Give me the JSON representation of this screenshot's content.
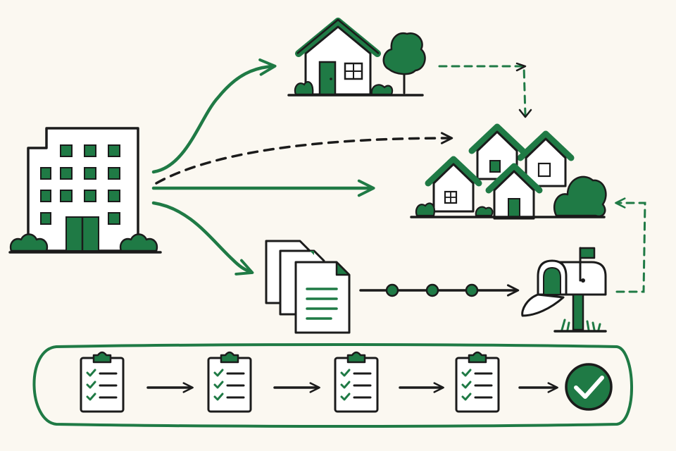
{
  "colors": {
    "ink": "#1b1b1b",
    "green": "#1f7a45",
    "background": "#fbf8f1",
    "white": "#ffffff"
  },
  "diagram": {
    "nodes": [
      {
        "id": "office-building",
        "icon": "office-building-icon"
      },
      {
        "id": "single-house",
        "icon": "house-with-tree-icon"
      },
      {
        "id": "neighborhood",
        "icon": "house-cluster-icon"
      },
      {
        "id": "documents",
        "icon": "document-stack-icon"
      },
      {
        "id": "mailbox",
        "icon": "mailbox-icon"
      }
    ],
    "edges": [
      {
        "from": "office-building",
        "to": "single-house",
        "style": "solid-green"
      },
      {
        "from": "office-building",
        "to": "neighborhood",
        "style": "dashed-black"
      },
      {
        "from": "office-building",
        "to": "neighborhood",
        "style": "solid-green"
      },
      {
        "from": "office-building",
        "to": "documents",
        "style": "solid-green"
      },
      {
        "from": "single-house",
        "to": "neighborhood",
        "style": "dashed-green"
      },
      {
        "from": "documents",
        "to": "mailbox",
        "style": "dotted-chain-black"
      },
      {
        "from": "mailbox",
        "to": "neighborhood",
        "style": "dashed-green"
      }
    ],
    "process_steps": [
      {
        "icon": "clipboard-checklist-icon"
      },
      {
        "icon": "clipboard-checklist-icon"
      },
      {
        "icon": "clipboard-checklist-icon"
      },
      {
        "icon": "clipboard-checklist-icon"
      },
      {
        "icon": "check-circle-icon"
      }
    ]
  }
}
